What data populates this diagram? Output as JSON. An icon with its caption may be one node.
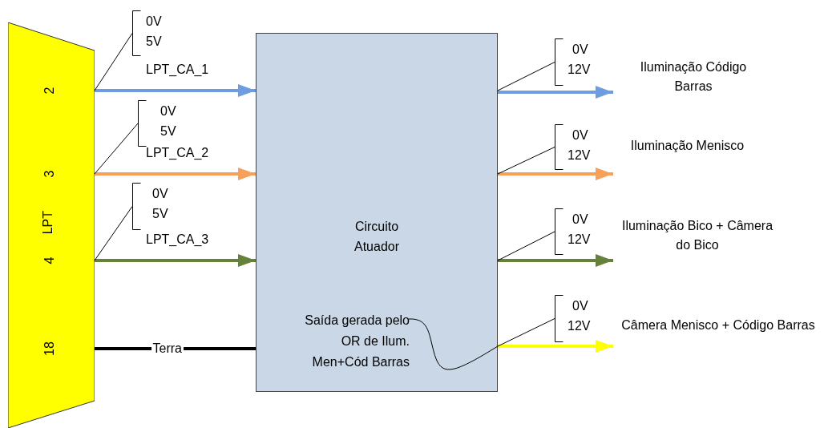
{
  "diagram": {
    "nodes": [
      {
        "text": [
          "LPT"
        ]
      },
      {
        "text": [
          "2"
        ],
        "in": 0
      },
      {
        "text": [
          "3"
        ],
        "in": 0
      },
      {
        "text": [
          "4"
        ],
        "in": 0
      },
      {
        "text": [
          "18"
        ],
        "in": 0
      },
      {
        "text": [
          "Circuito Atuador"
        ]
      },
      {
        "text": [
          "Saída gerada pelo OR de Ilum. Men+Cód Barras"
        ],
        "in": 5
      },
      {
        "text": [
          "Iluminação Código Barras"
        ]
      },
      {
        "text": [
          "Iluminação Menisco"
        ]
      },
      {
        "text": [
          "Iluminação Bico + Câmera do Bico"
        ]
      },
      {
        "text": [
          "Câmera Menisco + Código Barras"
        ]
      },
      {
        "text": [
          "0V",
          "5V"
        ]
      },
      {
        "text": [
          "0V",
          "5V"
        ]
      },
      {
        "text": [
          "0V",
          "5V"
        ]
      },
      {
        "text": [
          "0V",
          "12V"
        ]
      },
      {
        "text": [
          "0V",
          "12V"
        ]
      },
      {
        "text": [
          "0V",
          "12V"
        ]
      },
      {
        "text": [
          "0V",
          "12V"
        ]
      }
    ],
    "edges": [
      {
        "from": 1,
        "to": 5,
        "arrow": "to",
        "label": "LPT_CA_1",
        "style": "thick",
        "color": "#6d9de0"
      },
      {
        "from": 2,
        "to": 5,
        "arrow": "to",
        "label": "LPT_CA_2",
        "style": "thick",
        "color": "#f6a05a"
      },
      {
        "from": 3,
        "to": 5,
        "arrow": "to",
        "label": "LPT_CA_3",
        "style": "thick",
        "color": "#66813a"
      },
      {
        "from": 4,
        "to": 5,
        "arrow": "none",
        "label": "Terra",
        "style": "thick",
        "color": "#000000"
      },
      {
        "from": 5,
        "to": 7,
        "arrow": "to",
        "style": "thick",
        "color": "#6d9de0"
      },
      {
        "from": 5,
        "to": 8,
        "arrow": "to",
        "style": "thick",
        "color": "#f6a05a"
      },
      {
        "from": 5,
        "to": 9,
        "arrow": "to",
        "style": "thick",
        "color": "#66813a"
      },
      {
        "from": 5,
        "to": 10,
        "arrow": "to",
        "style": "thick",
        "color": "#ffff00"
      },
      {
        "from": 6,
        "to": 5,
        "arrow": "none"
      },
      {
        "from": 11,
        "to": 1,
        "arrow": "none"
      },
      {
        "from": 12,
        "to": 2,
        "arrow": "none"
      },
      {
        "from": 13,
        "to": 3,
        "arrow": "none"
      },
      {
        "from": 14,
        "to": 5,
        "arrow": "none"
      },
      {
        "from": 15,
        "to": 5,
        "arrow": "none"
      },
      {
        "from": 16,
        "to": 5,
        "arrow": "none"
      },
      {
        "from": 17,
        "to": 5,
        "arrow": "none"
      }
    ]
  }
}
